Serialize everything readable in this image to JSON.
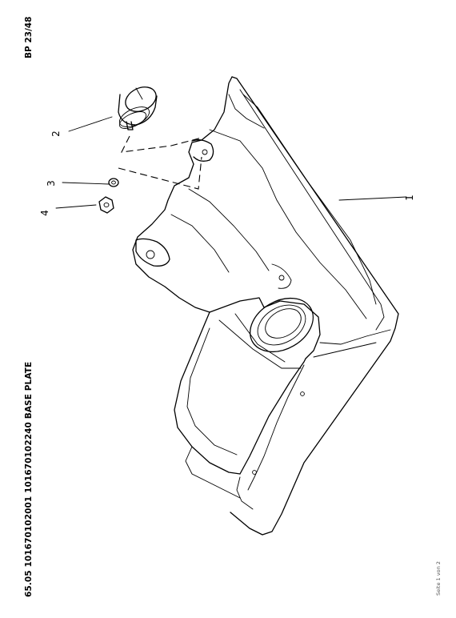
{
  "header": {
    "title": "65.05 101670102001 101670102240 BASE PLATE",
    "sheet": "BP 23/48"
  },
  "footer": {
    "page_label": "Seite 1 von 2"
  },
  "callouts": {
    "c1": "1",
    "c2": "2",
    "c3": "3",
    "c4": "4"
  }
}
